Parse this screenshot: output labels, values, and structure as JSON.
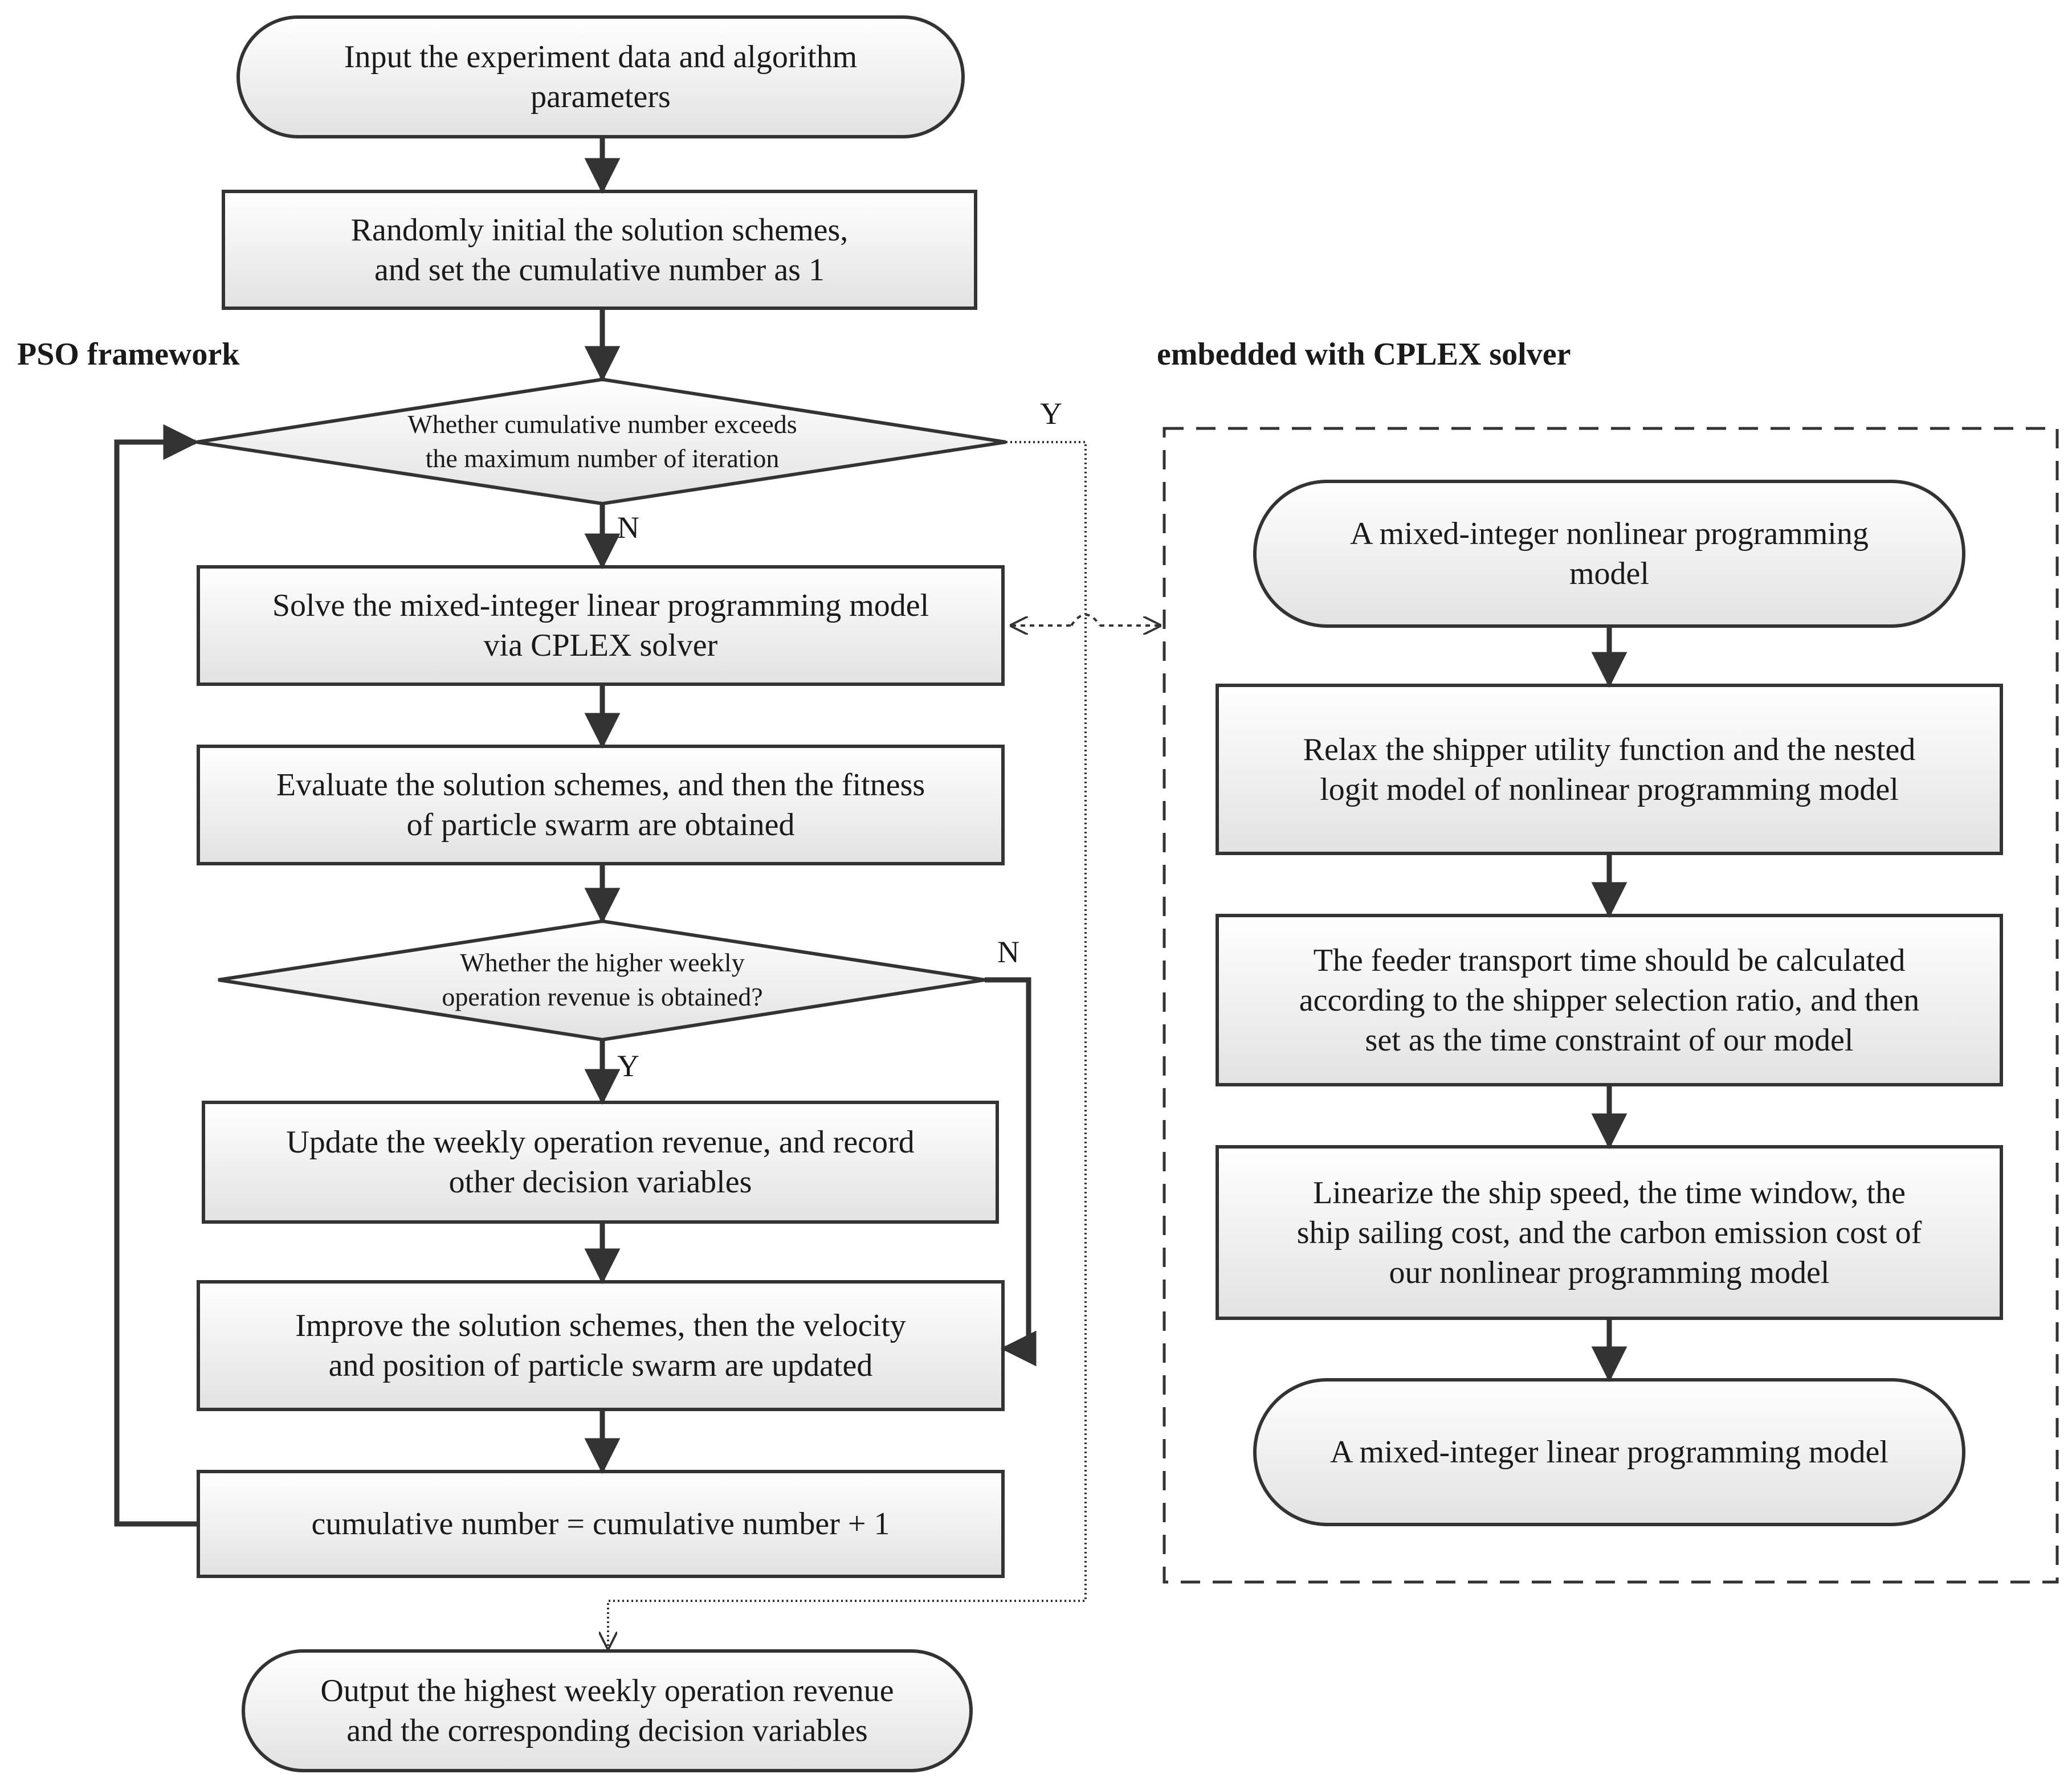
{
  "headings": {
    "left": "PSO framework",
    "right": "embedded with CPLEX solver"
  },
  "left_flow": {
    "input": "Input the experiment data and algorithm\nparameters",
    "init": "Randomly initial the solution schemes,\nand set the cumulative number as 1",
    "check_iter": "Whether cumulative number exceeds\nthe maximum number of iteration",
    "solve": "Solve the mixed-integer linear programming model\nvia CPLEX solver",
    "evaluate": "Evaluate the solution schemes, and then the fitness\nof particle swarm are obtained",
    "check_revenue": "Whether the higher weekly\noperation revenue is obtained?",
    "update": "Update the weekly operation revenue, and record\nother decision variables",
    "improve": "Improve the solution schemes, then the velocity\nand position of particle swarm are updated",
    "increment": "cumulative number = cumulative number + 1",
    "output": "Output the highest weekly operation revenue\nand the corresponding decision variables"
  },
  "right_flow": {
    "minlp": "A mixed-integer nonlinear programming\nmodel",
    "relax": "Relax the shipper utility function and the nested\nlogit model of nonlinear programming model",
    "feeder": "The feeder transport time should be calculated\naccording to the shipper selection ratio, and then\nset as the time constraint of our model",
    "linearize": "Linearize the ship speed, the time window, the\nship sailing cost, and the carbon emission cost of\nour nonlinear programming model",
    "milp": "A mixed-integer linear programming model"
  },
  "edge_labels": {
    "iter_yes": "Y",
    "iter_no": "N",
    "rev_no": "N",
    "rev_yes": "Y"
  },
  "colors": {
    "stroke": "#333333",
    "fill_top": "#ffffff",
    "fill_bottom": "#e4e4e4"
  }
}
